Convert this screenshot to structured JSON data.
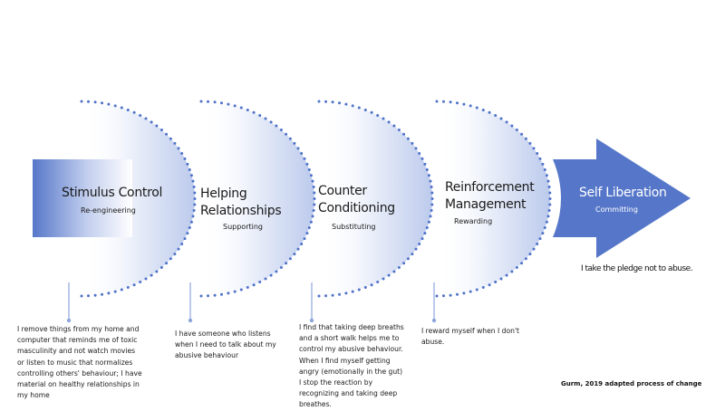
{
  "colors": {
    "accent": "#5677c9",
    "dot": "#4f72c8",
    "connector": "#8fa6dc"
  },
  "stages": [
    {
      "title_lines": [
        "Stimulus Control"
      ],
      "subtitle": "Re-engineering",
      "description_lines": [
        "I remove things from my home and",
        "computer that reminds me of toxic",
        "masculinity and not watch movies",
        "or listen to music that normalizes",
        "controlling  others' behaviour; I have",
        "material on healthy relationships  in",
        "my home"
      ]
    },
    {
      "title_lines": [
        "Helping",
        "Relationships"
      ],
      "subtitle": "Supporting",
      "description_lines": [
        "I have someone who listens",
        "when I need to talk about my",
        "abusive behaviour"
      ]
    },
    {
      "title_lines": [
        "Counter",
        "Conditioning"
      ],
      "subtitle": "Substituting",
      "description_lines": [
        "I find that taking deep breaths",
        "and a short walk helps me to",
        "control  my abusive behaviour.",
        "When I find myself getting",
        "angry (emotionally  in the gut)",
        "I stop the reaction by",
        "recognizing and taking deep",
        "breathes."
      ]
    },
    {
      "title_lines": [
        "Reinforcement",
        "Management"
      ],
      "subtitle": "Rewarding",
      "description_lines": [
        "I reward myself when I don't",
        "abuse."
      ]
    }
  ],
  "final_stage": {
    "title": "Self Liberation",
    "subtitle": "Committing",
    "pledge": "I take the pledge not to abuse."
  },
  "credit": "Gurm, 2019 adapted  process of change"
}
